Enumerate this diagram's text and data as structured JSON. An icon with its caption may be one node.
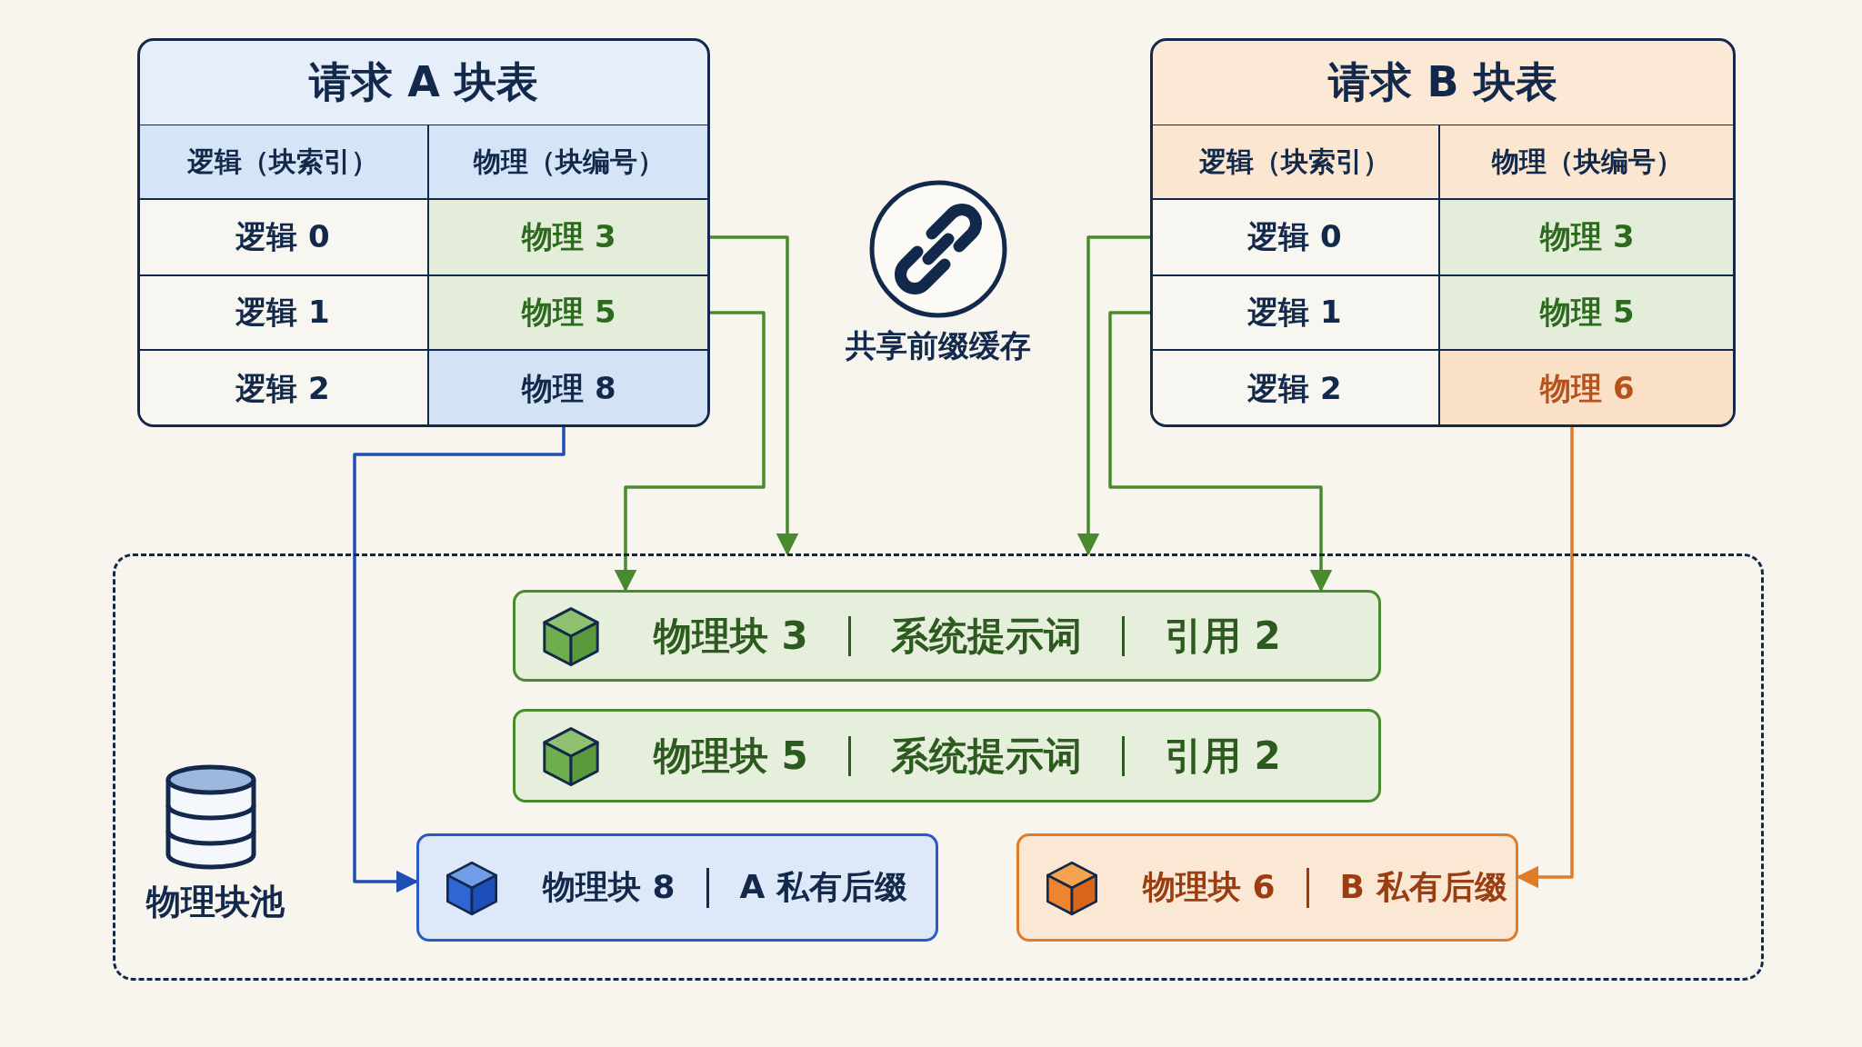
{
  "diagram": {
    "nodes": [
      {
        "text": [
          "请求 A 块表"
        ]
      },
      {
        "text": [
          "逻辑（块索引）"
        ],
        "in": 0
      },
      {
        "text": [
          "物理（块编号）"
        ],
        "in": 0
      },
      {
        "text": [
          "逻辑 0"
        ],
        "in": 0
      },
      {
        "text": [
          "物理 3"
        ],
        "in": 0
      },
      {
        "text": [
          "逻辑 1"
        ],
        "in": 0
      },
      {
        "text": [
          "物理 5"
        ],
        "in": 0
      },
      {
        "text": [
          "逻辑 2"
        ],
        "in": 0
      },
      {
        "text": [
          "物理 8"
        ],
        "in": 0
      },
      {
        "text": [
          "请求 B 块表"
        ]
      },
      {
        "text": [
          "逻辑（块索引）"
        ],
        "in": 9
      },
      {
        "text": [
          "物理（块编号）"
        ],
        "in": 9
      },
      {
        "text": [
          "逻辑 0"
        ],
        "in": 9
      },
      {
        "text": [
          "物理 3"
        ],
        "in": 9
      },
      {
        "text": [
          "逻辑 1"
        ],
        "in": 9
      },
      {
        "text": [
          "物理 5"
        ],
        "in": 9
      },
      {
        "text": [
          "逻辑 2"
        ],
        "in": 9
      },
      {
        "text": [
          "物理 6"
        ],
        "in": 9
      },
      {
        "text": [
          "物理块池"
        ]
      },
      {
        "text": [
          "物理块 3",
          "系统提示词",
          "引用 2"
        ],
        "in": 18
      },
      {
        "text": [
          "物理块 5",
          "系统提示词",
          "引用 2"
        ],
        "in": 18
      },
      {
        "text": [
          "物理块 8",
          "A 私有后缀"
        ],
        "in": 18
      },
      {
        "text": [
          "物理块 6",
          "B 私有后缀"
        ],
        "in": 18
      }
    ],
    "edges": [
      {
        "from": 4,
        "to": 18,
        "arrow": "to"
      },
      {
        "from": 6,
        "to": 19,
        "arrow": "to"
      },
      {
        "from": 8,
        "to": 21,
        "arrow": "to",
        "color": "#1f4fb5"
      },
      {
        "from": 12,
        "to": 18,
        "arrow": "to"
      },
      {
        "from": 14,
        "to": 19,
        "arrow": "to"
      },
      {
        "from": 17,
        "to": 22,
        "arrow": "to",
        "color": "#e07b27"
      }
    ],
    "labels": [
      "共享前缀缓存"
    ]
  }
}
